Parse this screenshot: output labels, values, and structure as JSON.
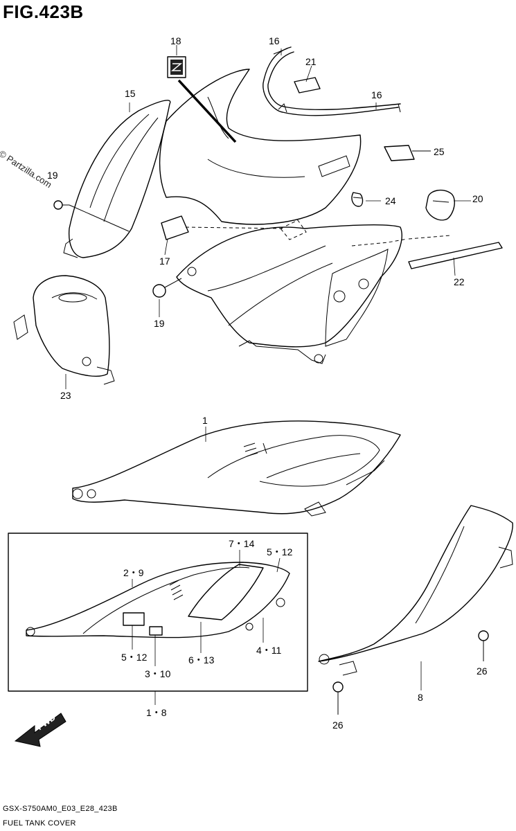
{
  "figure": {
    "title": "FIG.423B",
    "watermark": "© Partzilla.com",
    "model_code": "GSX-S750AM0_E03_E28_423B",
    "caption": "FUEL TANK COVER",
    "direction_label": "FWD"
  },
  "callouts": {
    "c18": "18",
    "c16a": "16",
    "c21": "21",
    "c15": "15",
    "c16b": "16",
    "c19a": "19",
    "c25": "25",
    "c24": "24",
    "c20": "20",
    "c17": "17",
    "c22": "22",
    "c19b": "19",
    "c23": "23",
    "c1": "1",
    "c7_14": "7・14",
    "c5_12a": "5・12",
    "c2_9": "2・9",
    "c5_12b": "5・12",
    "c3_10": "3・10",
    "c6_13": "6・13",
    "c4_11": "4・11",
    "c1_8": "1・8",
    "c26a": "26",
    "c26b": "26",
    "c8": "8"
  }
}
